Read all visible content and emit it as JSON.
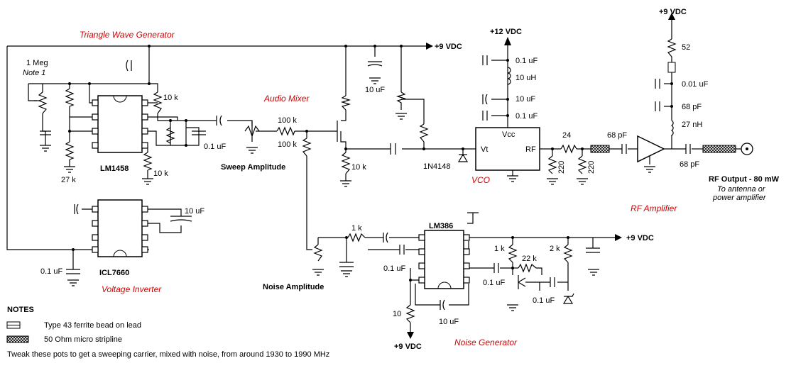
{
  "sections": {
    "triangle": "Triangle Wave Generator",
    "mixer": "Audio Mixer",
    "vco": "VCO",
    "rf_amp": "RF Amplifier",
    "inverter": "Voltage Inverter",
    "noise": "Noise Generator"
  },
  "chips": {
    "lm1458": "LM1458",
    "icl7660": "ICL7660",
    "lm386": "LM386"
  },
  "vco_pins": {
    "vcc": "Vcc",
    "vt": "Vt",
    "rf": "RF"
  },
  "rails": {
    "top_9v": "+9 VDC",
    "v12": "+12 VDC",
    "rf_9v": "+9 VDC",
    "noise_9v": "+9 VDC",
    "bottom_9v": "+9 VDC"
  },
  "pots": {
    "meg": "1 Meg",
    "note1": "Note 1",
    "sweep": "Sweep Amplitude",
    "noise": "Noise Amplitude"
  },
  "values": {
    "r_10k_a": "10 k",
    "r_27k": "27 k",
    "r_10k_b": "10 k",
    "c_01_a": "0.1 uF",
    "r_100k_a": "100 k",
    "r_100k_b": "100 k",
    "c_10u_a": "10 uF",
    "r_10k_c": "10 k",
    "diode": "1N4148",
    "c_01_vco1": "0.1 uF",
    "l_10uh": "10 uH",
    "c_10u_vco": "10 uF",
    "c_01_vco2": "0.1 uF",
    "r_24": "24",
    "r_220_a": "220",
    "r_220_b": "220",
    "c_68p_a": "68 pF",
    "r_52": "52",
    "c_001": "0.01 uF",
    "c_68p_b": "68 pF",
    "l_27nh": "27 nH",
    "c_68p_c": "68 pF",
    "c_10u_inv": "10 uF",
    "c_01_inv": "0.1 uF",
    "r_1k_a": "1 k",
    "c_01_n1": "0.1 uF",
    "r_1k_b": "1 k",
    "r_22k": "22 k",
    "r_2k": "2 k",
    "c_01_n2": "0.1 uF",
    "c_01_n3": "0.1 uF",
    "c_10u_n": "10 uF",
    "r_10": "10"
  },
  "output": {
    "title": "RF Output - 80 mW",
    "line1": "To antenna or",
    "line2": "power amplifier"
  },
  "notes": {
    "title": "NOTES",
    "item1": "Type 43 ferrite bead on lead",
    "item2": "50 Ohm micro stripline",
    "tweak": "Tweak these pots to get a sweeping carrier, mixed with noise, from around 1930 to 1990 MHz"
  }
}
